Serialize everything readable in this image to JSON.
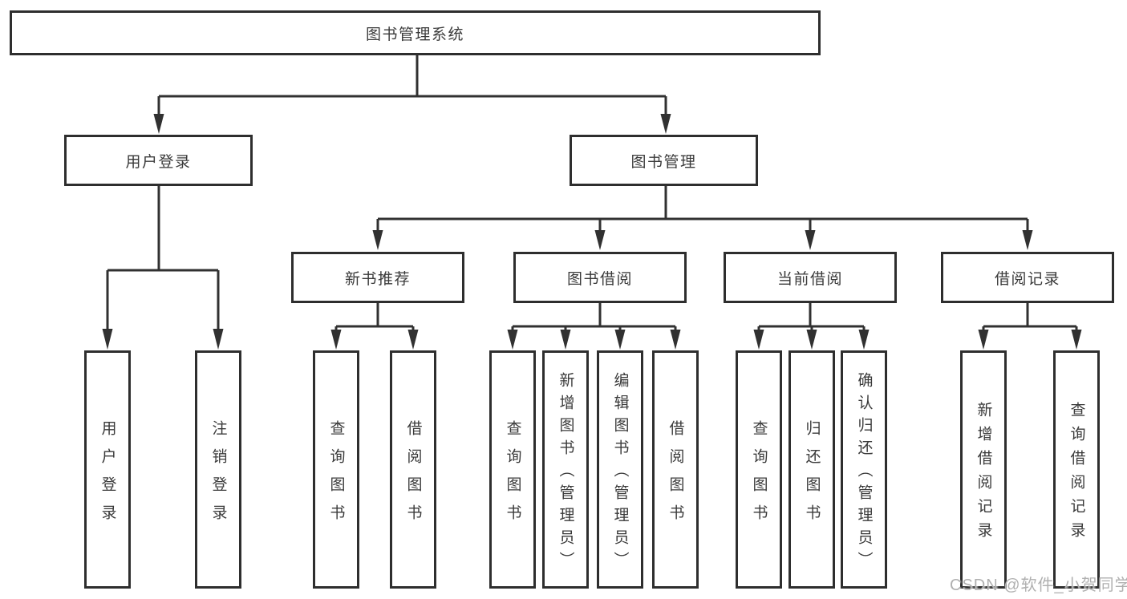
{
  "tree": {
    "root": {
      "label": "图书管理系统"
    },
    "branches": [
      {
        "label": "用户登录",
        "leaves": [
          {
            "label": "用户登录"
          },
          {
            "label": "注销登录"
          }
        ]
      },
      {
        "label": "图书管理",
        "groups": [
          {
            "label": "新书推荐",
            "leaves": [
              {
                "label": "查询图书"
              },
              {
                "label": "借阅图书"
              }
            ]
          },
          {
            "label": "图书借阅",
            "leaves": [
              {
                "label": "查询图书"
              },
              {
                "label": "新增图书（管理员）"
              },
              {
                "label": "编辑图书（管理员）"
              },
              {
                "label": "借阅图书"
              }
            ]
          },
          {
            "label": "当前借阅",
            "leaves": [
              {
                "label": "查询图书"
              },
              {
                "label": "归还图书"
              },
              {
                "label": "确认归还（管理员）"
              }
            ]
          },
          {
            "label": "借阅记录",
            "leaves": [
              {
                "label": "新增借阅记录"
              },
              {
                "label": "查询借阅记录"
              }
            ]
          }
        ]
      }
    ]
  },
  "watermark": {
    "text": "CSDN @软件_小贺同学"
  },
  "colors": {
    "line": "#313131",
    "box_border": "#2e2e2e",
    "text": "#3a3a3a",
    "watermark": "#b0b0b0",
    "background": "#ffffff"
  }
}
